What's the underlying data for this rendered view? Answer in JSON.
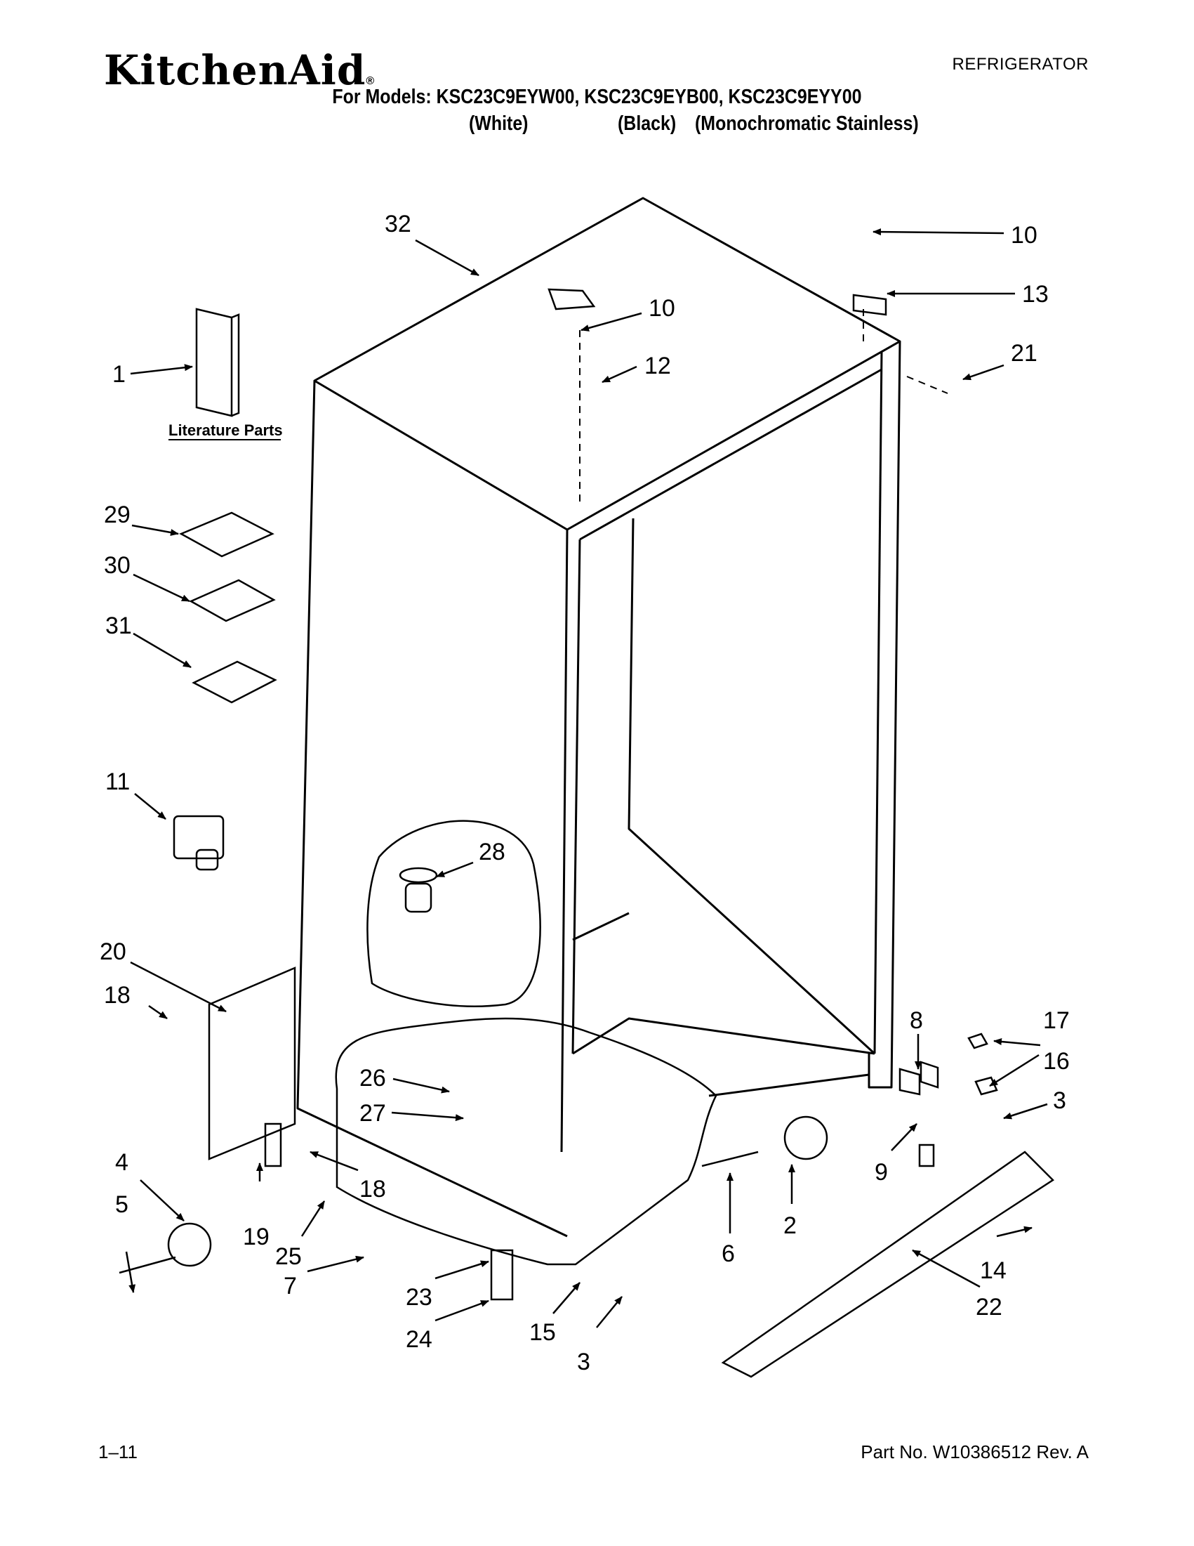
{
  "header": {
    "brand": "KitchenAid",
    "brand_mark": "®",
    "document_type": "REFRIGERATOR",
    "models_line": "For Models: KSC23C9EYW00, KSC23C9EYB00, KSC23C9EYY00",
    "color_white": "(White)",
    "color_black": "(Black)",
    "color_stainless": "(Monochromatic Stainless)"
  },
  "diagram": {
    "literature_label": "Literature Parts",
    "callouts": [
      "32",
      "10",
      "10",
      "13",
      "12",
      "21",
      "1",
      "29",
      "30",
      "31",
      "11",
      "28",
      "20",
      "18",
      "26",
      "27",
      "8",
      "17",
      "16",
      "3",
      "4",
      "5",
      "19",
      "18",
      "25",
      "7",
      "23",
      "24",
      "15",
      "3",
      "6",
      "2",
      "9",
      "14",
      "22"
    ]
  },
  "footer": {
    "page": "1–11",
    "part_number": "Part No. W10386512 Rev. A"
  }
}
